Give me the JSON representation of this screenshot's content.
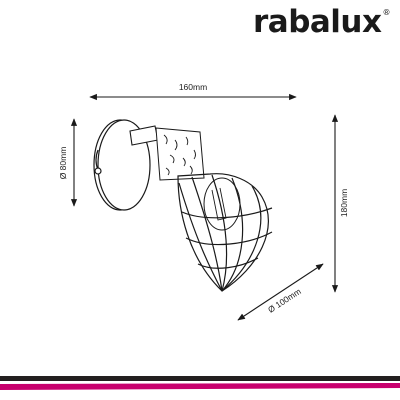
{
  "brand": {
    "name": "rabalux",
    "registered_mark": "®"
  },
  "dimensions": {
    "width": "160mm",
    "height": "180mm",
    "base_diameter": "Ø 80mm",
    "shade_diameter": "Ø 100mm"
  },
  "colors": {
    "stripe_dark": "#231f20",
    "stripe_magenta": "#c8006e",
    "drawing_line": "#1a1a1a"
  }
}
